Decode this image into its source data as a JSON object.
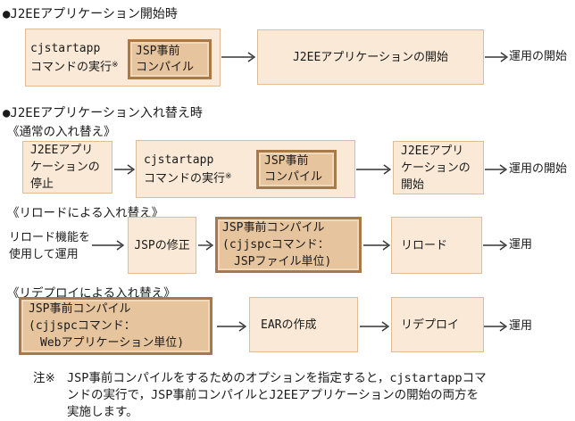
{
  "colors": {
    "box_fill": "#f9e9d6",
    "box_border": "#debc95",
    "bold_box_fill": "#e6c49d",
    "bold_box_border": "#a87a49",
    "text": "#1a1a1a",
    "arrow": "#333333"
  },
  "section_start": {
    "title": "●J2EEアプリケーション開始時",
    "cmd_box": {
      "line1": "cjstartapp",
      "line2": "コマンドの実行",
      "note_mark": "※"
    },
    "precompile_box": {
      "line1": "JSP事前",
      "line2": "コンパイル"
    },
    "start_box_label": "J2EEアプリケーションの開始",
    "result_label": "運用の開始"
  },
  "section_replace": {
    "title": "●J2EEアプリケーション入れ替え時",
    "normal": {
      "subtitle": "《通常の入れ替え》",
      "stop_box": {
        "line1": "J2EEアプリ",
        "line2": "ケーションの",
        "line3": "停止"
      },
      "cmd_box": {
        "line1": "cjstartapp",
        "line2": "コマンドの実行",
        "note_mark": "※"
      },
      "precompile_box": {
        "line1": "JSP事前",
        "line2": "コンパイル"
      },
      "start_box": {
        "line1": "J2EEアプリ",
        "line2": "ケーションの",
        "line3": "開始"
      },
      "result_label": "運用の開始"
    },
    "reload": {
      "subtitle": "《リロードによる入れ替え》",
      "lead_text": {
        "line1": "リロード機能を",
        "line2": "使用して運用"
      },
      "fix_box_label": "JSPの修正",
      "precompile_box": {
        "line1": "JSP事前コンパイル",
        "line2": "(cjjspcコマンド：",
        "line3": "　JSPファイル単位)"
      },
      "reload_box_label": "リロード",
      "result_label": "運用"
    },
    "redeploy": {
      "subtitle": "《リデプロイによる入れ替え》",
      "precompile_box": {
        "line1": "JSP事前コンパイル",
        "line2": "(cjjspcコマンド：",
        "line3": "　Webアプリケーション単位)"
      },
      "ear_box_label": "EARの作成",
      "redeploy_box_label": "リデプロイ",
      "result_label": "運用"
    }
  },
  "footnote": {
    "mark": "注※",
    "line1": "JSP事前コンパイルをするためのオプションを指定すると，cjstartappコマ",
    "line2": "ンドの実行で，JSP事前コンパイルとJ2EEアプリケーションの開始の両方を",
    "line3": "実施します。"
  }
}
